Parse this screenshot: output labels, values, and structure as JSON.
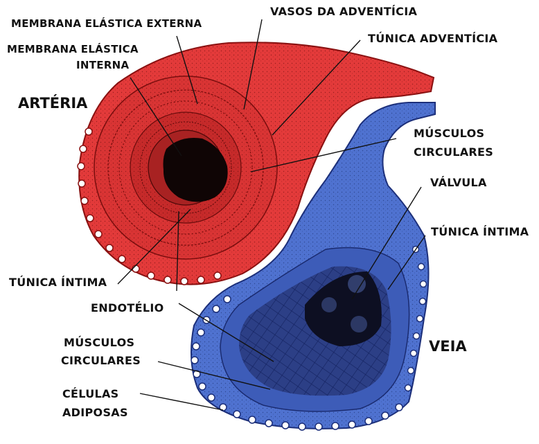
{
  "diagram": {
    "colors": {
      "artery": "#e43a3a",
      "artery_dark": "#b41f1f",
      "vein": "#4e6fce",
      "vein_dark": "#2f4a9e",
      "lumen": "#111111"
    },
    "regions": {
      "artery": "ARTÉRIA",
      "vein": "VEIA"
    },
    "labels": {
      "membrana_elastica_externa": "MEMBRANA ELÁSTICA EXTERNA",
      "vasos_da_adventicia": "VASOS DA ADVENTÍCIA",
      "membrana_elastica_interna_l1": "MEMBRANA ELÁSTICA",
      "membrana_elastica_interna_l2": "INTERNA",
      "tunica_adventicia": "TÚNICA ADVENTÍCIA",
      "musculos_circulares_artery_l1": "MÚSCULOS",
      "musculos_circulares_artery_l2": "CIRCULARES",
      "valvula": "VÁLVULA",
      "tunica_intima_vein": "TÚNICA ÍNTIMA",
      "tunica_intima_artery": "TÚNICA ÍNTIMA",
      "endotelio": "ENDOTÉLIO",
      "musculos_circulares_vein_l1": "MÚSCULOS",
      "musculos_circulares_vein_l2": "CIRCULARES",
      "celulas_adiposas_l1": "CÉLULAS",
      "celulas_adiposas_l2": "ADIPOSAS"
    }
  }
}
